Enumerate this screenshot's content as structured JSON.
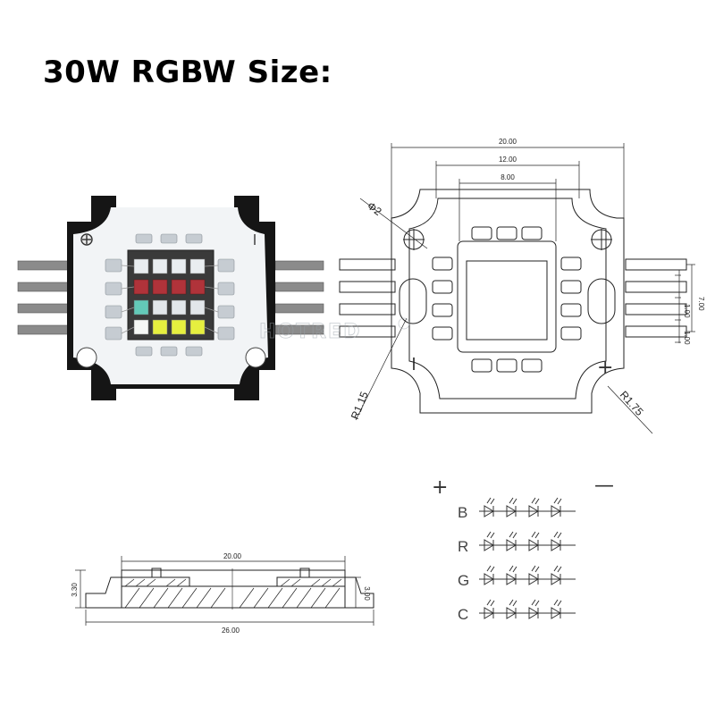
{
  "title": "30W RGBW Size:",
  "watermark": "HOTRED",
  "colors": {
    "ink": "#222222",
    "pcb": "#111111",
    "pcb_face": "#f2f4f6",
    "die_frame": "#3a3a3a",
    "led_white": "#e9edf0",
    "led_red": "#b0333a",
    "led_green": "#63c9b8",
    "led_yellow": "#e6ef3f",
    "leads": "#8b8b8b"
  },
  "top_view": {
    "width_outer": "20.00",
    "width_mid": "12.00",
    "width_inner": "8.00",
    "hole_dia": "Φ2",
    "pitch_total": "7.00",
    "pitch_a": "1.00",
    "pitch_b": "1.00",
    "radius_left": "R1.15",
    "radius_right": "R1.75",
    "minus": "−",
    "plus": "+"
  },
  "side_view": {
    "body_width": "20.00",
    "total_length": "26.00",
    "height_left": "3.30",
    "height_right": "3.00"
  },
  "schematic": {
    "plus": "+",
    "minus": "—",
    "channels": [
      {
        "label": "B"
      },
      {
        "label": "R"
      },
      {
        "label": "G"
      },
      {
        "label": "C"
      }
    ]
  }
}
